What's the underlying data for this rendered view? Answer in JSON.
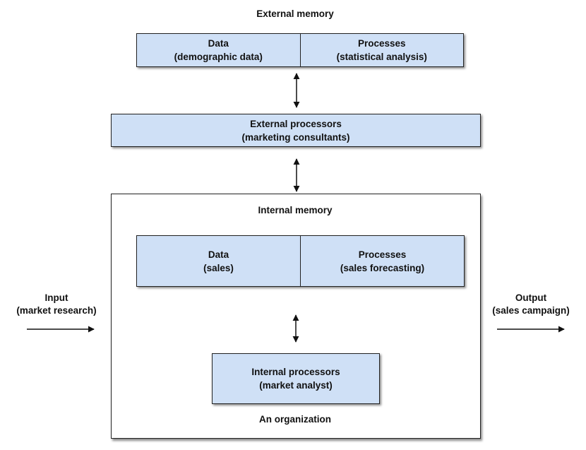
{
  "external_memory": {
    "title": "External memory",
    "data_label": "Data",
    "data_sub": "(demographic data)",
    "processes_label": "Processes",
    "processes_sub": "(statistical analysis)"
  },
  "external_processors": {
    "label": "External processors",
    "sub": "(marketing consultants)"
  },
  "organization": {
    "caption": "An organization",
    "internal_memory": {
      "title": "Internal memory",
      "data_label": "Data",
      "data_sub": "(sales)",
      "processes_label": "Processes",
      "processes_sub": "(sales forecasting)"
    },
    "internal_processors": {
      "label": "Internal processors",
      "sub": "(market analyst)"
    }
  },
  "input": {
    "label": "Input",
    "sub": "(market research)"
  },
  "output": {
    "label": "Output",
    "sub": "(sales campaign)"
  },
  "colors": {
    "box_fill": "#cfe0f6",
    "stroke": "#222222"
  }
}
